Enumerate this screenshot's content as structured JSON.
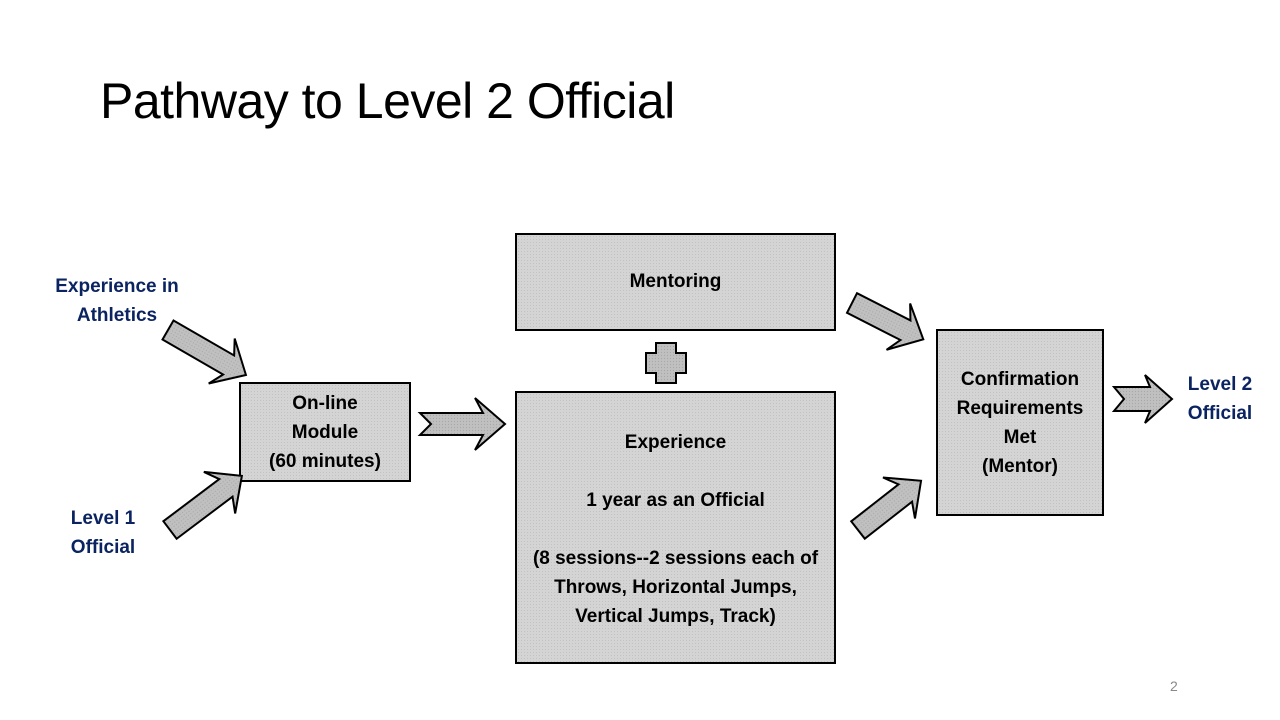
{
  "slide": {
    "title": "Pathway to Level 2 Official",
    "page_number": "2"
  },
  "inputs": {
    "experience_line1": "Experience in",
    "experience_line2": "Athletics",
    "level1_line1": "Level 1",
    "level1_line2": "Official"
  },
  "online_module": {
    "line1": "On-line",
    "line2": "Module",
    "line3": "(60 minutes)"
  },
  "mentoring": {
    "label": "Mentoring"
  },
  "experience_box": {
    "heading": "Experience",
    "duration": "1 year as an Official",
    "detail_line1": "(8 sessions--2 sessions each of",
    "detail_line2": "Throws, Horizontal Jumps,",
    "detail_line3": "Vertical Jumps, Track)"
  },
  "confirmation": {
    "line1": "Confirmation",
    "line2": "Requirements",
    "line3": "Met",
    "line4": "(Mentor)"
  },
  "output": {
    "line1": "Level 2",
    "line2": "Official"
  },
  "colors": {
    "label_text": "#0b2461",
    "box_fill": "#d4d4d4",
    "arrow_fill": "#c0c0c0",
    "outline": "#000000"
  }
}
